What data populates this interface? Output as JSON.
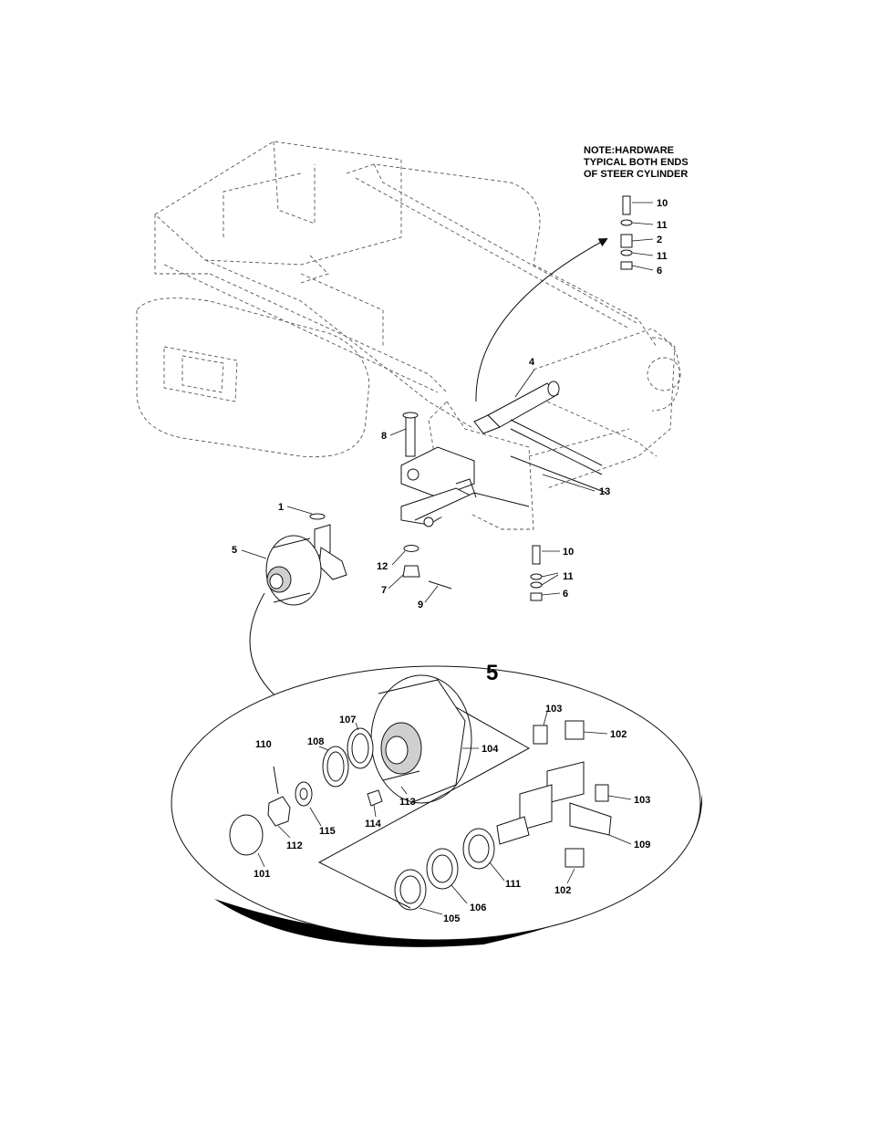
{
  "note": {
    "lines": [
      "NOTE:HARDWARE",
      "TYPICAL BOTH ENDS",
      "OF STEER CYLINDER"
    ]
  },
  "callouts": {
    "c10a": "10",
    "c11a": "11",
    "c2": "2",
    "c11b": "11",
    "c6a": "6",
    "c4": "4",
    "c8": "8",
    "c13": "13",
    "c1": "1",
    "c5": "5",
    "c12": "12",
    "c7": "7",
    "c9": "9",
    "c10b": "10",
    "c11c": "11",
    "c6b": "6",
    "detail": "5",
    "c103a": "103",
    "c102a": "102",
    "c107": "107",
    "c108": "108",
    "c110": "110",
    "c104": "104",
    "c113": "113",
    "c103b": "103",
    "c115": "115",
    "c114": "114",
    "c112": "112",
    "c109": "109",
    "c101": "101",
    "c111": "111",
    "c102b": "102",
    "c106": "106",
    "c105": "105"
  }
}
